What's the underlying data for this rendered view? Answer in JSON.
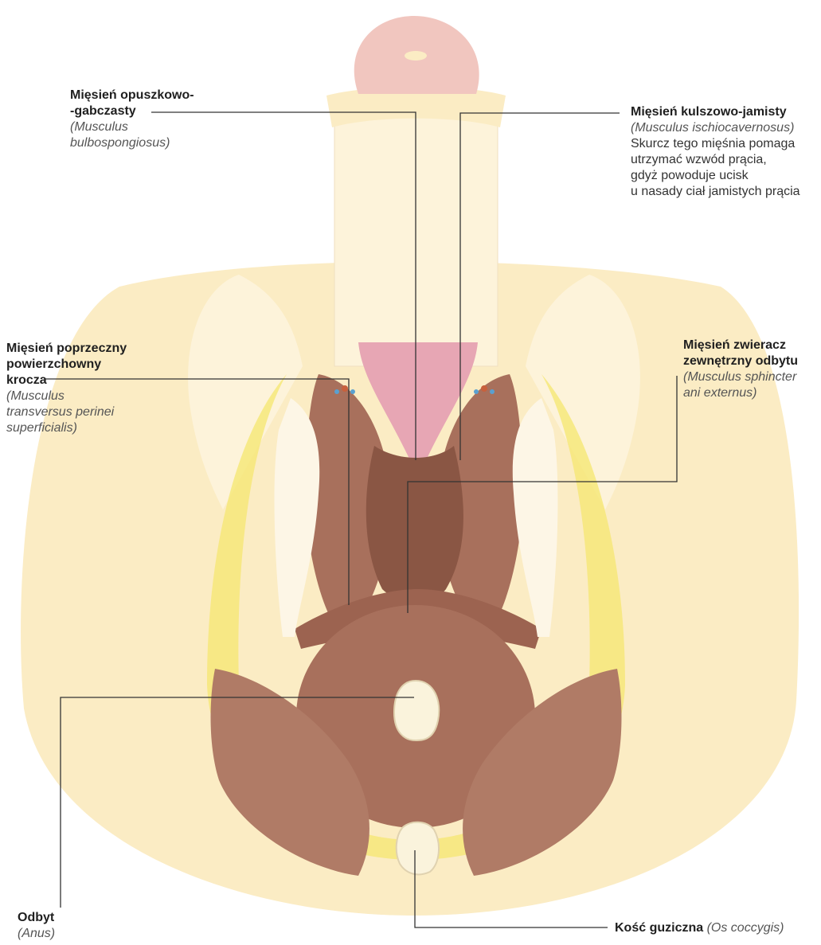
{
  "labels": {
    "bulbospongiosus": {
      "name_line1": "Mięsień opuszkowo-",
      "name_line2": "-gabczasty",
      "latin_line1": "(Musculus",
      "latin_line2": "bulbospongiosus)"
    },
    "ischiocavernosus": {
      "name": "Mięsień kulszowo-jamisty",
      "latin": "(Musculus ischiocavernosus)",
      "desc_line1": "Skurcz tego mięśnia pomaga",
      "desc_line2": "utrzymać wzwód prącia,",
      "desc_line3": "gdyż powoduje ucisk",
      "desc_line4": "u nasady ciał jamistych prącia"
    },
    "transversus": {
      "name_line1": "Mięsień poprzeczny",
      "name_line2": "powierzchowny",
      "name_line3": "krocza",
      "latin_line1": "(Musculus",
      "latin_line2": "transversus perinei",
      "latin_line3": "superficialis)"
    },
    "sphincter": {
      "name_line1": "Mięsień zwieracz",
      "name_line2": "zewnętrzny odbytu",
      "latin_line1": "(Musculus sphincter",
      "latin_line2": "ani externus)"
    },
    "anus": {
      "name": "Odbyt",
      "latin": "(Anus)"
    },
    "coccyx": {
      "name": "Kość guziczna",
      "latin": "(Os coccygis)"
    }
  },
  "colors": {
    "skin": "#fbecc4",
    "skin_light": "#fdf3da",
    "muscle": "#a8705c",
    "muscle_dark": "#8a5644",
    "glans": "#f1c6bf",
    "fat": "#f6e77a",
    "bone": "#faf3dc",
    "leader_line": "#333333"
  }
}
